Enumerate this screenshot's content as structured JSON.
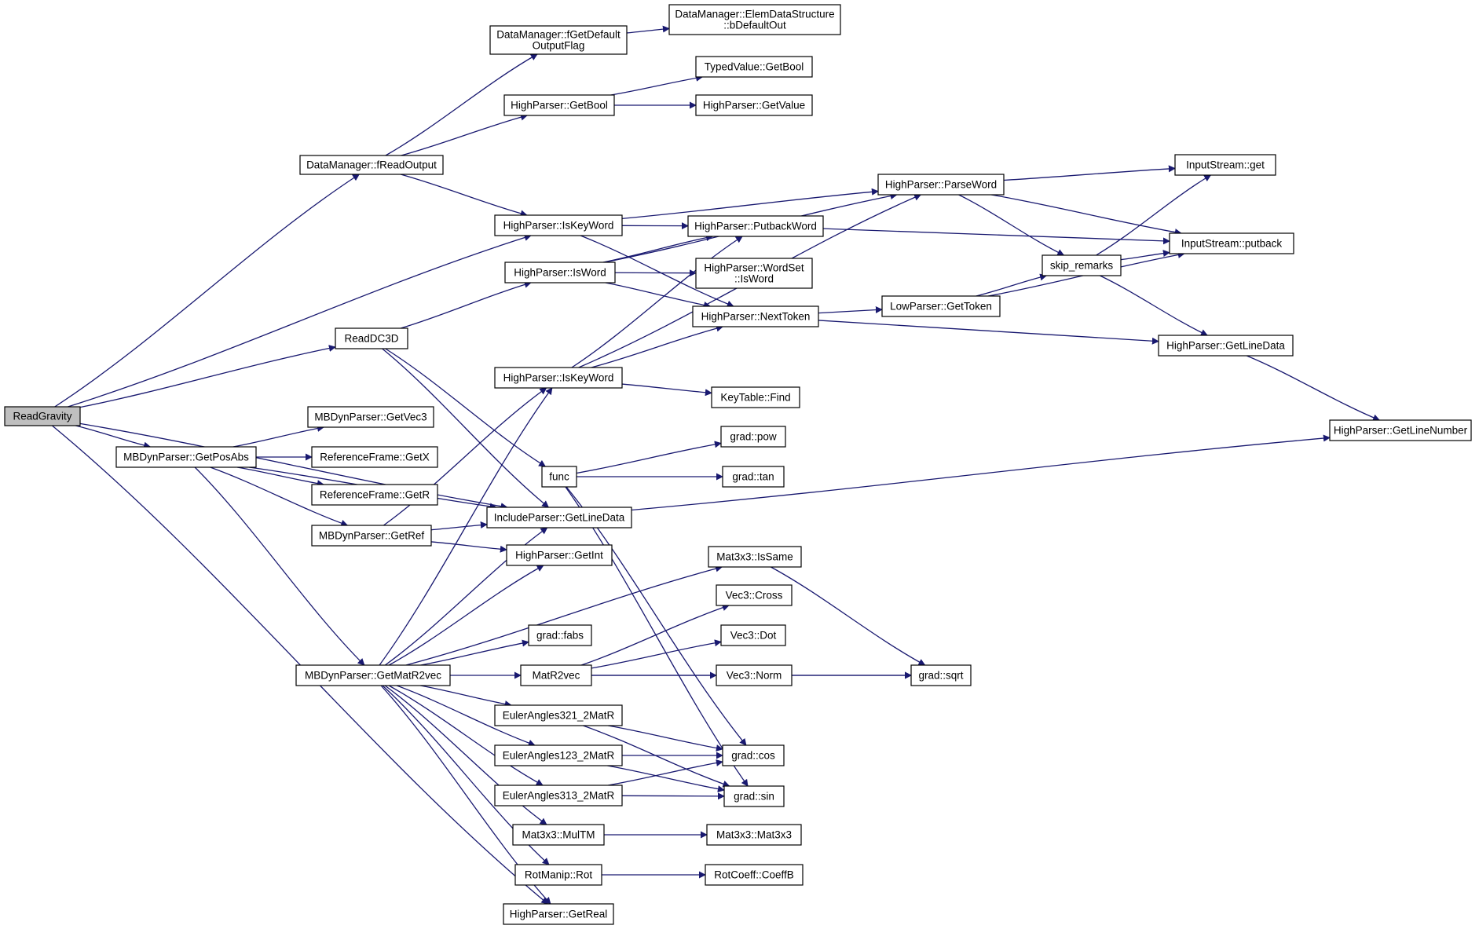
{
  "graph": {
    "colors": {
      "edge": "#191970",
      "root_fill": "#bfbfbf",
      "node_fill": "#ffffff",
      "highlight_stroke": "#ff0000"
    },
    "nodes": [
      {
        "id": "readgravity",
        "lines": [
          "ReadGravity"
        ],
        "root": true
      },
      {
        "id": "dm-freadoutput",
        "lines": [
          "DataManager::fReadOutput"
        ]
      },
      {
        "id": "dm-fgetdefaultoutputflag",
        "lines": [
          "DataManager::fGetDefault",
          "OutputFlag"
        ]
      },
      {
        "id": "dm-elemdatastructure-bdefaultout",
        "lines": [
          "DataManager::ElemDataStructure",
          "::bDefaultOut"
        ]
      },
      {
        "id": "hp-getbool",
        "lines": [
          "HighParser::GetBool"
        ]
      },
      {
        "id": "typedvalue-getbool",
        "lines": [
          "TypedValue::GetBool"
        ]
      },
      {
        "id": "hp-getvalue",
        "lines": [
          "HighParser::GetValue"
        ]
      },
      {
        "id": "hp-iskeyword-1",
        "lines": [
          "HighParser::IsKeyWord"
        ]
      },
      {
        "id": "hp-parseword",
        "lines": [
          "HighParser::ParseWord"
        ]
      },
      {
        "id": "inputstream-get",
        "lines": [
          "InputStream::get"
        ]
      },
      {
        "id": "hp-putbackword",
        "lines": [
          "HighParser::PutbackWord"
        ]
      },
      {
        "id": "inputstream-putback",
        "lines": [
          "InputStream::putback"
        ]
      },
      {
        "id": "skip-remarks",
        "lines": [
          "skip_remarks"
        ],
        "highlight": true
      },
      {
        "id": "hp-isword",
        "lines": [
          "HighParser::IsWord"
        ]
      },
      {
        "id": "hp-wordset-isword",
        "lines": [
          "HighParser::WordSet",
          "::IsWord"
        ]
      },
      {
        "id": "hp-nexttoken",
        "lines": [
          "HighParser::NextToken"
        ]
      },
      {
        "id": "lowparser-gettoken",
        "lines": [
          "LowParser::GetToken"
        ],
        "highlight": true
      },
      {
        "id": "readdc3d",
        "lines": [
          "ReadDC3D"
        ]
      },
      {
        "id": "hp-getlinedata",
        "lines": [
          "HighParser::GetLineData"
        ]
      },
      {
        "id": "hp-iskeyword-2",
        "lines": [
          "HighParser::IsKeyWord"
        ]
      },
      {
        "id": "keytable-find",
        "lines": [
          "KeyTable::Find"
        ]
      },
      {
        "id": "hp-getlinenumber",
        "lines": [
          "HighParser::GetLineNumber"
        ]
      },
      {
        "id": "mbdyn-getvec3",
        "lines": [
          "MBDynParser::GetVec3"
        ]
      },
      {
        "id": "grad-pow",
        "lines": [
          "grad::pow"
        ]
      },
      {
        "id": "mbdyn-getposabs",
        "lines": [
          "MBDynParser::GetPosAbs"
        ]
      },
      {
        "id": "refframe-getx",
        "lines": [
          "ReferenceFrame::GetX"
        ]
      },
      {
        "id": "func",
        "lines": [
          "func"
        ]
      },
      {
        "id": "grad-tan",
        "lines": [
          "grad::tan"
        ]
      },
      {
        "id": "refframe-getr",
        "lines": [
          "ReferenceFrame::GetR"
        ]
      },
      {
        "id": "includeparser-getlinedata",
        "lines": [
          "IncludeParser::GetLineData"
        ]
      },
      {
        "id": "mbdyn-getref",
        "lines": [
          "MBDynParser::GetRef"
        ]
      },
      {
        "id": "hp-getint",
        "lines": [
          "HighParser::GetInt"
        ]
      },
      {
        "id": "mat3x3-issame",
        "lines": [
          "Mat3x3::IsSame"
        ]
      },
      {
        "id": "vec3-cross",
        "lines": [
          "Vec3::Cross"
        ],
        "highlight": true
      },
      {
        "id": "grad-fabs",
        "lines": [
          "grad::fabs"
        ]
      },
      {
        "id": "vec3-dot",
        "lines": [
          "Vec3::Dot"
        ]
      },
      {
        "id": "mbdyn-getmatr2vec",
        "lines": [
          "MBDynParser::GetMatR2vec"
        ]
      },
      {
        "id": "matr2vec",
        "lines": [
          "MatR2vec"
        ]
      },
      {
        "id": "vec3-norm",
        "lines": [
          "Vec3::Norm"
        ]
      },
      {
        "id": "grad-sqrt",
        "lines": [
          "grad::sqrt"
        ]
      },
      {
        "id": "eulerangles321-2matr",
        "lines": [
          "EulerAngles321_2MatR"
        ]
      },
      {
        "id": "eulerangles123-2matr",
        "lines": [
          "EulerAngles123_2MatR"
        ]
      },
      {
        "id": "grad-cos",
        "lines": [
          "grad::cos"
        ]
      },
      {
        "id": "eulerangles313-2matr",
        "lines": [
          "EulerAngles313_2MatR"
        ]
      },
      {
        "id": "grad-sin",
        "lines": [
          "grad::sin"
        ]
      },
      {
        "id": "mat3x3-multm",
        "lines": [
          "Mat3x3::MulTM"
        ]
      },
      {
        "id": "mat3x3-mat3x3",
        "lines": [
          "Mat3x3::Mat3x3"
        ]
      },
      {
        "id": "rotmanip-rot",
        "lines": [
          "RotManip::Rot"
        ]
      },
      {
        "id": "rotcoeff-coeffb",
        "lines": [
          "RotCoeff::CoeffB"
        ]
      },
      {
        "id": "hp-getreal",
        "lines": [
          "HighParser::GetReal"
        ]
      }
    ],
    "edges": [
      [
        "readgravity",
        "dm-freadoutput"
      ],
      [
        "readgravity",
        "hp-iskeyword-1"
      ],
      [
        "readgravity",
        "readdc3d"
      ],
      [
        "readgravity",
        "mbdyn-getposabs"
      ],
      [
        "readgravity",
        "includeparser-getlinedata"
      ],
      [
        "readgravity",
        "hp-getreal"
      ],
      [
        "dm-freadoutput",
        "dm-fgetdefaultoutputflag"
      ],
      [
        "dm-freadoutput",
        "hp-getbool"
      ],
      [
        "dm-freadoutput",
        "hp-iskeyword-1"
      ],
      [
        "dm-fgetdefaultoutputflag",
        "dm-elemdatastructure-bdefaultout"
      ],
      [
        "hp-getbool",
        "typedvalue-getbool"
      ],
      [
        "hp-getbool",
        "hp-getvalue"
      ],
      [
        "hp-iskeyword-1",
        "hp-parseword"
      ],
      [
        "hp-iskeyword-1",
        "hp-putbackword"
      ],
      [
        "hp-iskeyword-1",
        "hp-nexttoken"
      ],
      [
        "hp-parseword",
        "inputstream-get"
      ],
      [
        "hp-parseword",
        "inputstream-putback"
      ],
      [
        "hp-parseword",
        "skip-remarks"
      ],
      [
        "hp-putbackword",
        "inputstream-putback"
      ],
      [
        "skip-remarks",
        "inputstream-get"
      ],
      [
        "skip-remarks",
        "inputstream-putback"
      ],
      [
        "skip-remarks",
        "hp-getlinedata"
      ],
      [
        "hp-isword",
        "hp-parseword"
      ],
      [
        "hp-isword",
        "hp-putbackword"
      ],
      [
        "hp-isword",
        "hp-wordset-isword"
      ],
      [
        "hp-isword",
        "hp-nexttoken"
      ],
      [
        "hp-nexttoken",
        "lowparser-gettoken"
      ],
      [
        "hp-nexttoken",
        "hp-getlinedata"
      ],
      [
        "lowparser-gettoken",
        "skip-remarks"
      ],
      [
        "lowparser-gettoken",
        "inputstream-putback"
      ],
      [
        "readdc3d",
        "hp-isword"
      ],
      [
        "readdc3d",
        "func"
      ],
      [
        "readdc3d",
        "includeparser-getlinedata"
      ],
      [
        "hp-getlinedata",
        "hp-getlinenumber"
      ],
      [
        "hp-iskeyword-2",
        "hp-putbackword"
      ],
      [
        "hp-iskeyword-2",
        "hp-nexttoken"
      ],
      [
        "hp-iskeyword-2",
        "hp-parseword"
      ],
      [
        "hp-iskeyword-2",
        "keytable-find"
      ],
      [
        "mbdyn-getposabs",
        "mbdyn-getvec3"
      ],
      [
        "mbdyn-getposabs",
        "refframe-getx"
      ],
      [
        "mbdyn-getposabs",
        "refframe-getr"
      ],
      [
        "mbdyn-getposabs",
        "mbdyn-getref"
      ],
      [
        "mbdyn-getposabs",
        "mbdyn-getmatr2vec"
      ],
      [
        "mbdyn-getposabs",
        "includeparser-getlinedata"
      ],
      [
        "func",
        "grad-pow"
      ],
      [
        "func",
        "grad-tan"
      ],
      [
        "func",
        "grad-cos"
      ],
      [
        "func",
        "grad-sin"
      ],
      [
        "includeparser-getlinedata",
        "hp-getlinenumber"
      ],
      [
        "mbdyn-getref",
        "hp-iskeyword-2"
      ],
      [
        "mbdyn-getref",
        "includeparser-getlinedata"
      ],
      [
        "mbdyn-getref",
        "hp-getint"
      ],
      [
        "mat3x3-issame",
        "grad-sqrt"
      ],
      [
        "mbdyn-getmatr2vec",
        "hp-iskeyword-2"
      ],
      [
        "mbdyn-getmatr2vec",
        "includeparser-getlinedata"
      ],
      [
        "mbdyn-getmatr2vec",
        "hp-getint"
      ],
      [
        "mbdyn-getmatr2vec",
        "mat3x3-issame"
      ],
      [
        "mbdyn-getmatr2vec",
        "grad-fabs"
      ],
      [
        "mbdyn-getmatr2vec",
        "matr2vec"
      ],
      [
        "mbdyn-getmatr2vec",
        "eulerangles321-2matr"
      ],
      [
        "mbdyn-getmatr2vec",
        "eulerangles123-2matr"
      ],
      [
        "mbdyn-getmatr2vec",
        "eulerangles313-2matr"
      ],
      [
        "mbdyn-getmatr2vec",
        "mat3x3-multm"
      ],
      [
        "mbdyn-getmatr2vec",
        "rotmanip-rot"
      ],
      [
        "mbdyn-getmatr2vec",
        "hp-getreal"
      ],
      [
        "matr2vec",
        "vec3-cross"
      ],
      [
        "matr2vec",
        "vec3-dot"
      ],
      [
        "matr2vec",
        "vec3-norm"
      ],
      [
        "matr2vec",
        "grad-sqrt"
      ],
      [
        "vec3-norm",
        "grad-sqrt"
      ],
      [
        "eulerangles321-2matr",
        "grad-cos"
      ],
      [
        "eulerangles321-2matr",
        "grad-sin"
      ],
      [
        "eulerangles123-2matr",
        "grad-cos"
      ],
      [
        "eulerangles123-2matr",
        "grad-sin"
      ],
      [
        "eulerangles313-2matr",
        "grad-cos"
      ],
      [
        "eulerangles313-2matr",
        "grad-sin"
      ],
      [
        "mat3x3-multm",
        "mat3x3-mat3x3"
      ],
      [
        "rotmanip-rot",
        "rotcoeff-coeffb"
      ]
    ]
  }
}
